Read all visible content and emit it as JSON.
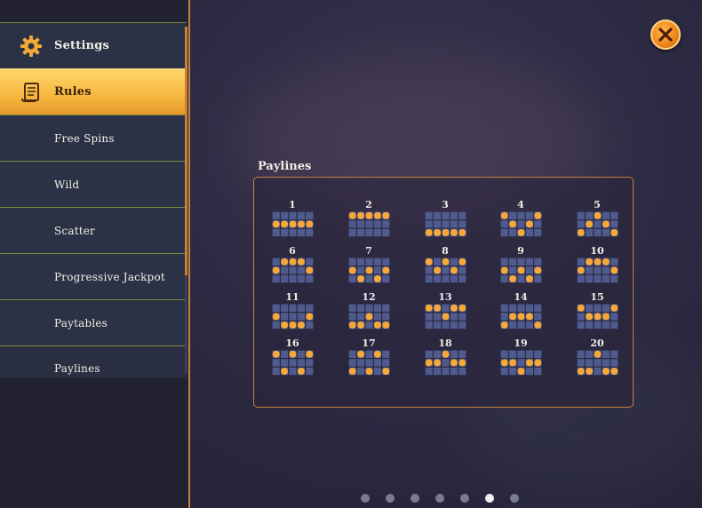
{
  "sidebar": {
    "items": [
      {
        "label": "Settings",
        "icon": "gear-icon",
        "type": "main"
      },
      {
        "label": "Rules",
        "icon": "scroll-icon",
        "type": "main",
        "active": true
      },
      {
        "label": "Free Spins",
        "type": "sub"
      },
      {
        "label": "Wild",
        "type": "sub"
      },
      {
        "label": "Scatter",
        "type": "sub"
      },
      {
        "label": "Progressive Jackpot",
        "type": "sub"
      },
      {
        "label": "Paytables",
        "type": "sub"
      },
      {
        "label": "Paylines",
        "type": "sub"
      }
    ]
  },
  "close_button": {
    "icon": "close-icon"
  },
  "paylines": {
    "title": "Paylines",
    "lines": [
      {
        "number": "1",
        "rows": [
          1,
          1,
          1,
          1,
          1
        ]
      },
      {
        "number": "2",
        "rows": [
          0,
          0,
          0,
          0,
          0
        ]
      },
      {
        "number": "3",
        "rows": [
          2,
          2,
          2,
          2,
          2
        ]
      },
      {
        "number": "4",
        "rows": [
          0,
          1,
          2,
          1,
          0
        ]
      },
      {
        "number": "5",
        "rows": [
          2,
          1,
          0,
          1,
          2
        ]
      },
      {
        "number": "6",
        "rows": [
          1,
          0,
          0,
          0,
          1
        ]
      },
      {
        "number": "7",
        "rows": [
          1,
          2,
          1,
          2,
          1
        ]
      },
      {
        "number": "8",
        "rows": [
          0,
          1,
          0,
          1,
          0
        ]
      },
      {
        "number": "9",
        "rows": [
          1,
          2,
          1,
          2,
          1
        ]
      },
      {
        "number": "10",
        "rows": [
          1,
          0,
          0,
          0,
          1
        ]
      },
      {
        "number": "11",
        "rows": [
          1,
          2,
          2,
          2,
          1
        ]
      },
      {
        "number": "12",
        "rows": [
          2,
          2,
          1,
          2,
          2
        ]
      },
      {
        "number": "13",
        "rows": [
          0,
          0,
          1,
          0,
          0
        ]
      },
      {
        "number": "14",
        "rows": [
          2,
          1,
          1,
          1,
          2
        ]
      },
      {
        "number": "15",
        "rows": [
          0,
          1,
          1,
          1,
          0
        ]
      },
      {
        "number": "16",
        "rows": [
          0,
          2,
          0,
          2,
          0
        ]
      },
      {
        "number": "17",
        "rows": [
          2,
          0,
          2,
          0,
          2
        ]
      },
      {
        "number": "18",
        "rows": [
          1,
          1,
          0,
          1,
          1
        ]
      },
      {
        "number": "19",
        "rows": [
          1,
          1,
          2,
          1,
          1
        ]
      },
      {
        "number": "20",
        "rows": [
          2,
          2,
          0,
          2,
          2
        ]
      }
    ]
  },
  "pagination": {
    "count": 7,
    "active_index": 5
  },
  "colors": {
    "accent": "#c7813a",
    "dot": "#f6a93a",
    "reel_cell": "#4f5a8e",
    "active_tab": "#f6b63f"
  }
}
